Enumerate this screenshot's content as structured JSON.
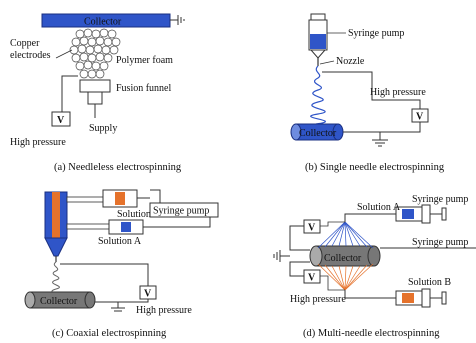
{
  "colors": {
    "blue": "#2f55c8",
    "orange": "#e5722b",
    "gray": "#9a9a9a",
    "dark_gray": "#555555"
  },
  "panel_a": {
    "collector": "Collector",
    "copper_electrodes": "Copper electrodes",
    "polymer_foam": "Polymer foam",
    "fusion_funnel": "Fusion funnel",
    "supply": "Supply",
    "v": "V",
    "high_pressure": "High pressure",
    "caption": "(a) Needleless electrospinning"
  },
  "panel_b": {
    "syringe_pump": "Syringe pump",
    "nozzle": "Nozzle",
    "high_pressure": "High pressure",
    "v": "V",
    "collector": "Collector",
    "caption": "(b) Single needle electrospinning"
  },
  "panel_c": {
    "solution_b": "Solution B",
    "syringe_pump": "Syringe pump",
    "solution_a": "Solution A",
    "collector": "Collector",
    "v": "V",
    "high_pressure": "High pressure",
    "caption": "(c) Coaxial electrospinning"
  },
  "panel_d": {
    "solution_a": "Solution A",
    "syringe_pump_top": "Syringe pump",
    "syringe_pump_mid": "Syringe pump",
    "collector": "Collector",
    "solution_b": "Solution B",
    "v_top": "V",
    "v_bottom": "V",
    "high_pressure": "High pressure",
    "caption": "(d) Multi-needle electrospinning"
  }
}
